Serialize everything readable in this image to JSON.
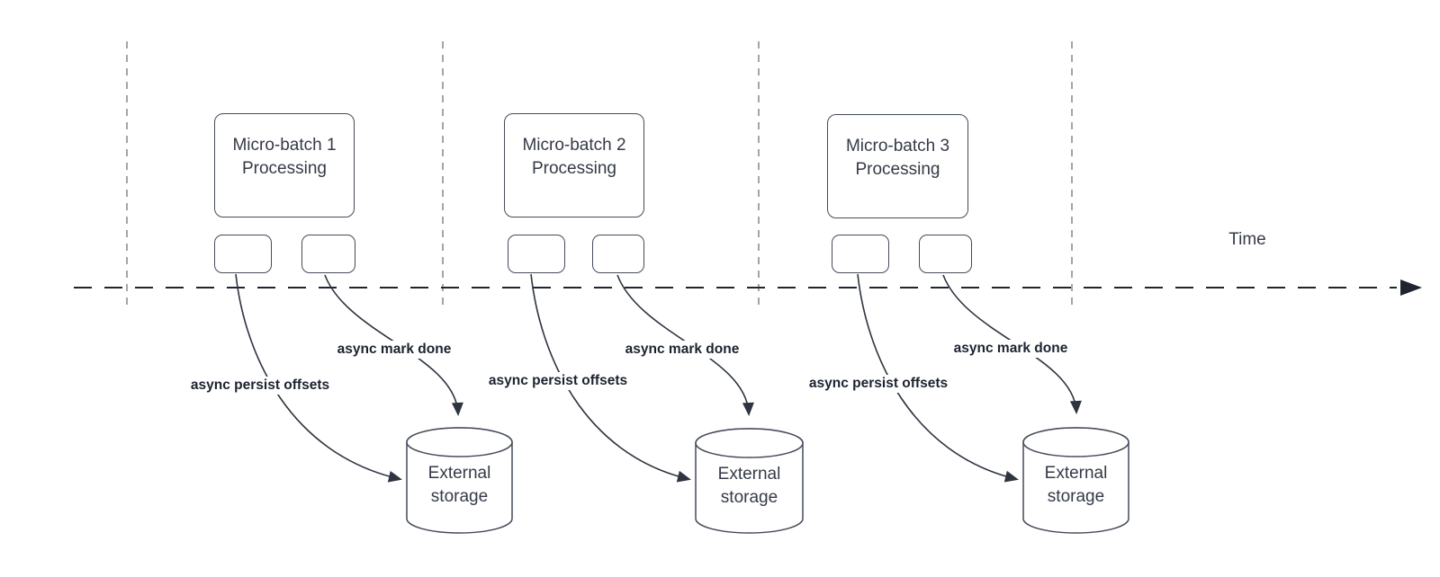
{
  "diagram": {
    "timeline_label": "Time",
    "colors": {
      "line_dark": "#2e3440",
      "grid_gray": "#a5a5a5",
      "timeline_black": "#1f242e",
      "text": "#343a46",
      "background": "#ffffff"
    },
    "batches": [
      {
        "title": "Micro-batch 1\nProcessing",
        "persist_label": "async persist offsets",
        "mark_done_label": "async mark done",
        "storage_label": "External\nstorage"
      },
      {
        "title": "Micro-batch 2\nProcessing",
        "persist_label": "async persist offsets",
        "mark_done_label": "async mark done",
        "storage_label": "External\nstorage"
      },
      {
        "title": "Micro-batch 3\nProcessing",
        "persist_label": "async persist offsets",
        "mark_done_label": "async mark done",
        "storage_label": "External\nstorage"
      }
    ]
  }
}
